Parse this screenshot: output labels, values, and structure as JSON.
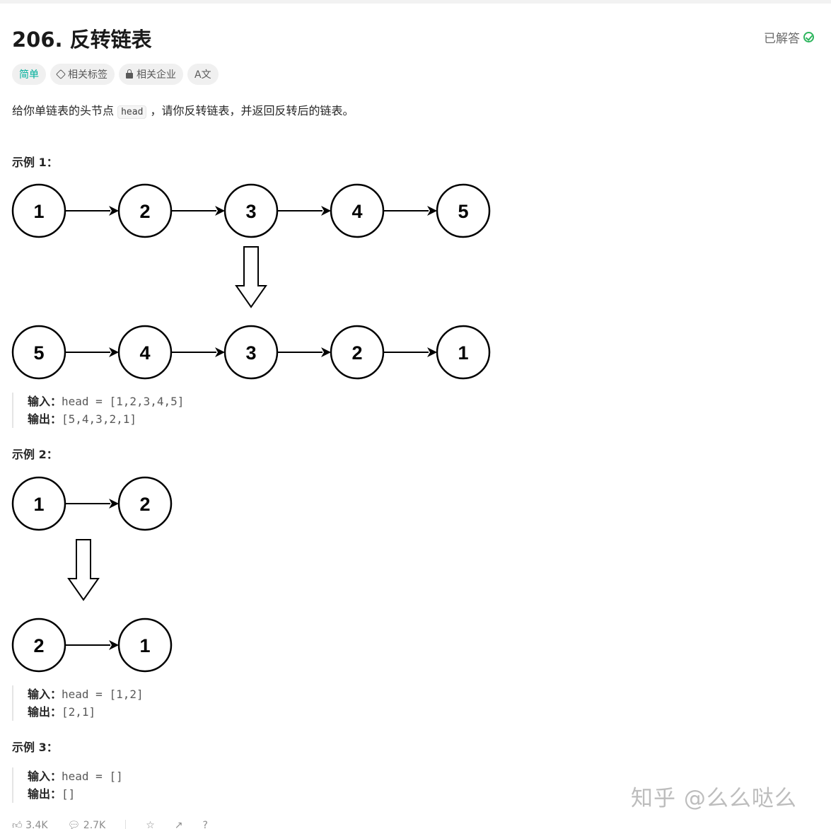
{
  "title": "206. 反转链表",
  "status_label": "已解答",
  "tags": {
    "difficulty": "简单",
    "topics": "相关标签",
    "companies": "相关企业",
    "translate": "A文"
  },
  "description": {
    "before": "给你单链表的头节点 ",
    "code": "head",
    "after": " ，请你反转链表，并返回反转后的链表。"
  },
  "examples": [
    {
      "title": "示例 1：",
      "top_nodes": [
        "1",
        "2",
        "3",
        "4",
        "5"
      ],
      "bottom_nodes": [
        "5",
        "4",
        "3",
        "2",
        "1"
      ],
      "input_label": "输入：",
      "input_value": "head = [1,2,3,4,5]",
      "output_label": "输出：",
      "output_value": "[5,4,3,2,1]"
    },
    {
      "title": "示例 2：",
      "top_nodes": [
        "1",
        "2"
      ],
      "bottom_nodes": [
        "2",
        "1"
      ],
      "input_label": "输入：",
      "input_value": "head = [1,2]",
      "output_label": "输出：",
      "output_value": "[2,1]"
    },
    {
      "title": "示例 3：",
      "input_label": "输入：",
      "input_value": "head = []",
      "output_label": "输出：",
      "output_value": "[]"
    }
  ],
  "footer": {
    "likes": "3.4K",
    "comments": "2.7K"
  },
  "watermark": "知乎 @么么哒么",
  "colors": {
    "easy": "#00af9b",
    "solved_check": "#2db55d"
  }
}
